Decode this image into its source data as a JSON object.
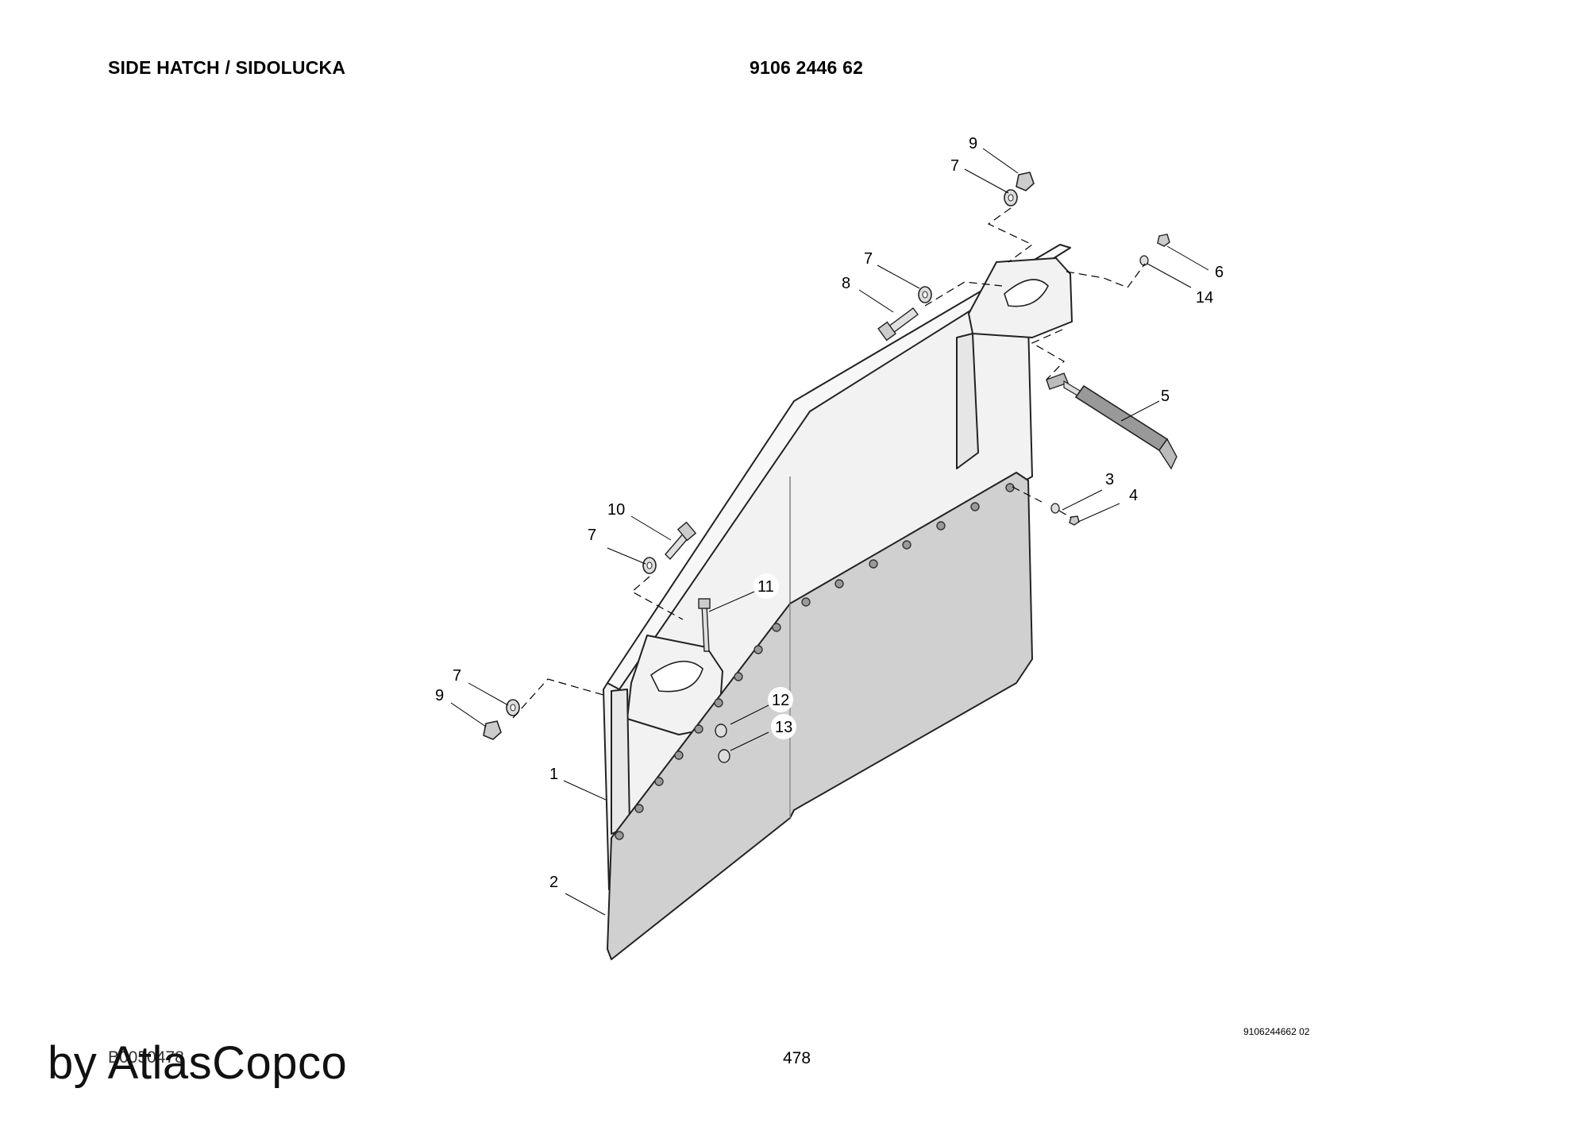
{
  "header": {
    "title": "SIDE HATCH / SIDOLUCKA",
    "part_number": "9106 2446 62"
  },
  "callouts": [
    "9",
    "7",
    "7",
    "8",
    "6",
    "14",
    "5",
    "3",
    "4",
    "10",
    "7",
    "11",
    "7",
    "9",
    "12",
    "13",
    "1",
    "2"
  ],
  "footer": {
    "reference": "9106244662 02",
    "drawing_code": "B0050478",
    "page_number": "478",
    "watermark": "by AtlasCopco"
  },
  "colors": {
    "panel_light": "#f2f2f2",
    "panel_grey": "#d0d0d0",
    "outline": "#222222"
  },
  "icons": [
    "nut-icon",
    "washer-icon",
    "bolt-icon",
    "gas-spring-icon",
    "rivet-icon"
  ]
}
